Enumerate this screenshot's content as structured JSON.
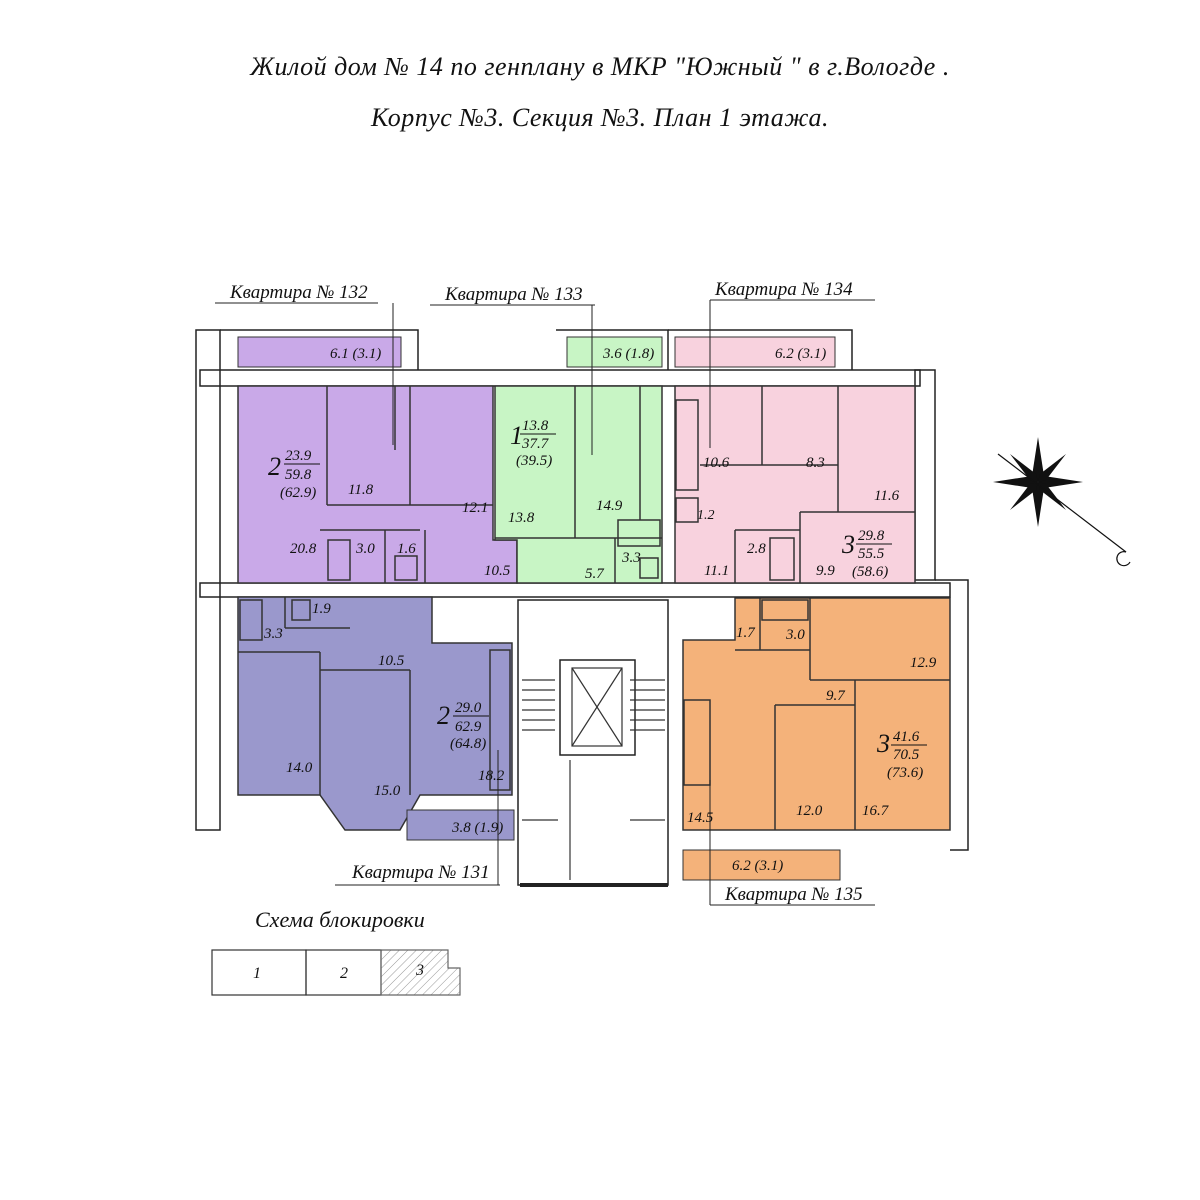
{
  "header": {
    "line1": "Жилой дом  № 14   по генплану в МКР  \"Южный \" в г.Вологде .",
    "line2": "Корпус  №3. Секция  №3.  План  1  этажа."
  },
  "colors": {
    "apt132": "#c9a9e8",
    "apt133": "#c8f5c5",
    "apt134": "#f8d2de",
    "apt131": "#9a98cc",
    "apt135": "#f4b27a"
  },
  "apartments": {
    "a132": {
      "label": "Квартира № 132",
      "rooms": "2",
      "living": "23.9",
      "total": "59.8",
      "total_b": "(62.9)",
      "balcony": "6.1 (3.1)",
      "areas": [
        "11.8",
        "12.1",
        "20.8",
        "3.0",
        "1.6",
        "10.5"
      ]
    },
    "a133": {
      "label": "Квартира № 133",
      "rooms": "1",
      "living": "13.8",
      "total": "37.7",
      "total_b": "(39.5)",
      "balcony": "3.6 (1.8)",
      "areas": [
        "13.8",
        "14.9",
        "3.3",
        "5.7"
      ]
    },
    "a134": {
      "label": "Квартира № 134",
      "rooms": "3",
      "living": "29.8",
      "total": "55.5",
      "total_b": "(58.6)",
      "balcony": "6.2 (3.1)",
      "areas": [
        "10.6",
        "8.3",
        "11.6",
        "1.2",
        "2.8",
        "11.1",
        "9.9"
      ]
    },
    "a131": {
      "label": "Квартира № 131",
      "rooms": "2",
      "living": "29.0",
      "total": "62.9",
      "total_b": "(64.8)",
      "balcony": "3.8 (1.9)",
      "areas": [
        "1.9",
        "3.3",
        "10.5",
        "14.0",
        "15.0",
        "18.2"
      ]
    },
    "a135": {
      "label": "Квартира № 135",
      "rooms": "3",
      "living": "41.6",
      "total": "70.5",
      "total_b": "(73.6)",
      "balcony": "6.2 (3.1)",
      "areas": [
        "1.7",
        "3.0",
        "12.9",
        "9.7",
        "14.5",
        "12.0",
        "16.7"
      ]
    }
  },
  "scheme": {
    "title": "Схема блокировки",
    "sections": [
      "1",
      "2",
      "3"
    ]
  }
}
